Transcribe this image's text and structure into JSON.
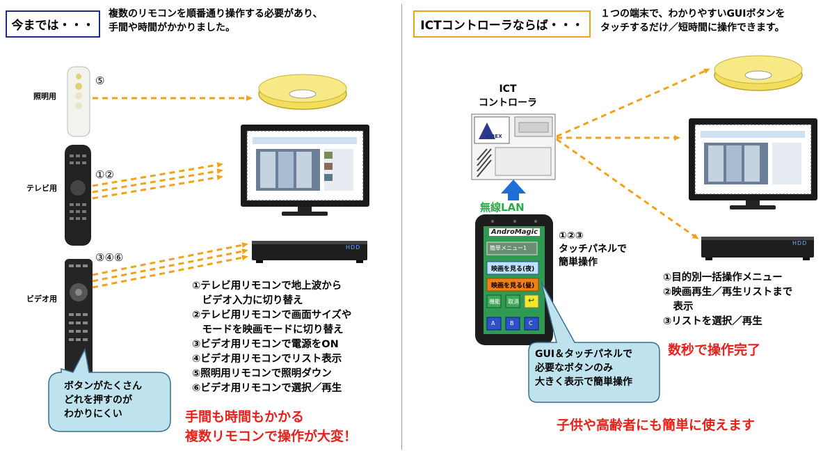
{
  "left": {
    "title": "今までは・・・",
    "description": "複数のリモコンを順番通り操作する必要があり、\n手間や時間がかかりました。",
    "remotes": [
      {
        "label": "照明用",
        "nums": "⑤"
      },
      {
        "label": "テレビ用",
        "nums": "①②"
      },
      {
        "label": "ビデオ用",
        "nums": "③④⑥"
      }
    ],
    "hdd_label": "HDD",
    "steps": [
      "①テレビ用リモコンで地上波から",
      "　ビデオ入力に切り替え",
      "②テレビ用リモコンで画面サイズや",
      "　モードを映画モードに切り替え",
      "③ビデオ用リモコンで電源をON",
      "④ビデオ用リモコンでリスト表示",
      "⑤照明用リモコンで照明ダウン",
      "⑥ビデオ用リモコンで選択／再生"
    ],
    "callout": "ボタンがたくさん\nどれを押すのが\nわかりにくい",
    "conclusion": [
      "手間も時間もかかる",
      "複数リモコンで操作が大変！"
    ]
  },
  "right": {
    "title": "ICTコントローラならば・・・",
    "description": "１つの端末で、わかりやすいGUIボタンを\nタッチするだけ／短時間に操作できます。",
    "controller_label": "ICT\nコントローラ",
    "controller_brand": "AIREX",
    "lan_label": "無線LAN",
    "phone": {
      "brand": "AndroMagic",
      "menu": "簡単メニュー1",
      "btn1": "映画を見る(夜)",
      "btn2": "映画を見る(昼)",
      "btn3": "機能",
      "btn4": "取消",
      "btn5": "↩",
      "abc": [
        "A",
        "B",
        "C"
      ]
    },
    "touch_text": "①②③\nタッチパネルで\n簡単操作",
    "hdd_label": "HDD",
    "steps": [
      "①目的別一括操作メニュー",
      "②映画再生／再生リストまで",
      "　表示",
      "③リストを選択／再生"
    ],
    "done": "数秒で操作完了",
    "callout": "GUI＆タッチパネルで\n必要なボタンのみ\n大きく表示で簡単操作",
    "conclusion": "子供や高齢者にも簡単に使えます"
  },
  "colors": {
    "arrow": "#f0a21e",
    "left_border": "#1f2a8c",
    "right_border": "#f0a21e",
    "red": "#e8201a",
    "callout_fill": "#bfe3ee",
    "callout_stroke": "#3a6e8c",
    "lan_green": "#2fa84a",
    "lan_arrow": "#1b6fd6"
  }
}
